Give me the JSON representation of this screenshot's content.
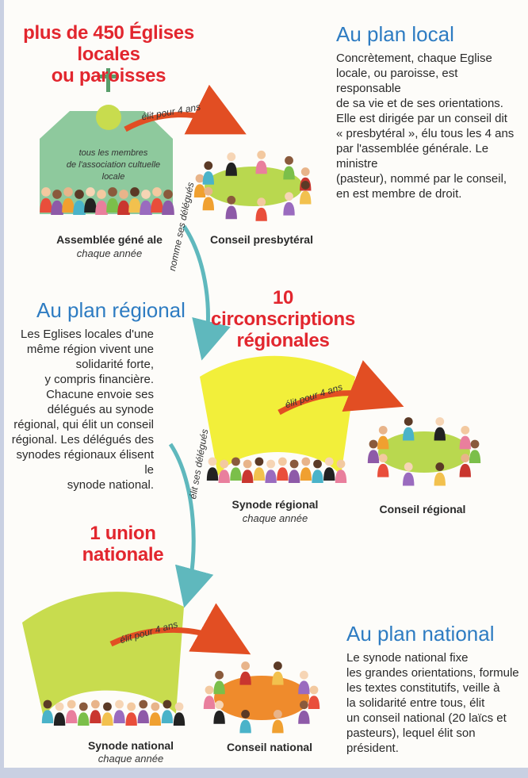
{
  "colors": {
    "red": "#e2262e",
    "blue": "#2e7cc2",
    "church_green": "#8ec99d",
    "fan_yellow": "#f2ef3a",
    "fan_green": "#c8dc4e",
    "table_green": "#b9d84f",
    "table_orange": "#ef8b2c",
    "arrow_orange": "#e24e23",
    "arrow_teal": "#5fb8bd"
  },
  "local": {
    "title": "plus de 450 Églises locales\nou paroisses",
    "arrow_label": "élit pour 4 ans",
    "church_text": "tous les membres\nde l'association cultuelle locale",
    "assembly_caption": "Assemblée géné ale",
    "assembly_sub": "chaque année",
    "council_caption": "Conseil presbytéral",
    "section_title": "Au plan local",
    "section_text": "Concrètement, chaque Eglise\nlocale, ou paroisse, est responsable\nde sa vie et de ses orientations.\nElle est dirigée par un conseil dit\n« presbytéral », élu tous les 4 ans\npar l'assemblée générale. Le ministre\n(pasteur), nommé par le conseil,\nen est membre de droit."
  },
  "regional": {
    "delegates_label": "nomme ses délégués",
    "title": "10 circonscriptions\nrégionales",
    "section_title": "Au plan régional",
    "section_text": "Les Eglises locales d'une\nmême région vivent une\nsolidarité forte,\ny compris financière.\nChacune envoie ses\ndélégués au synode\nrégional, qui élit un conseil\nrégional. Les délégués des\nsynodes régionaux élisent le\nsynode national.",
    "arrow_label": "élit pour 4 ans",
    "synod_caption": "Synode régional",
    "synod_sub": "chaque année",
    "council_caption": "Conseil régional"
  },
  "national": {
    "delegates_label": "élit ses délégués",
    "title": "1 union\nnationale",
    "arrow_label": "élit pour 4 ans",
    "synod_caption": "Synode national",
    "synod_sub": "chaque année",
    "council_caption": "Conseil national",
    "section_title": "Au plan national",
    "section_text": "Le synode national fixe\nles grandes orientations, formule\nles textes constitutifs, veille à\nla solidarité entre tous, élit\nun conseil national (20 laïcs et\npasteurs), lequel élit son président."
  }
}
